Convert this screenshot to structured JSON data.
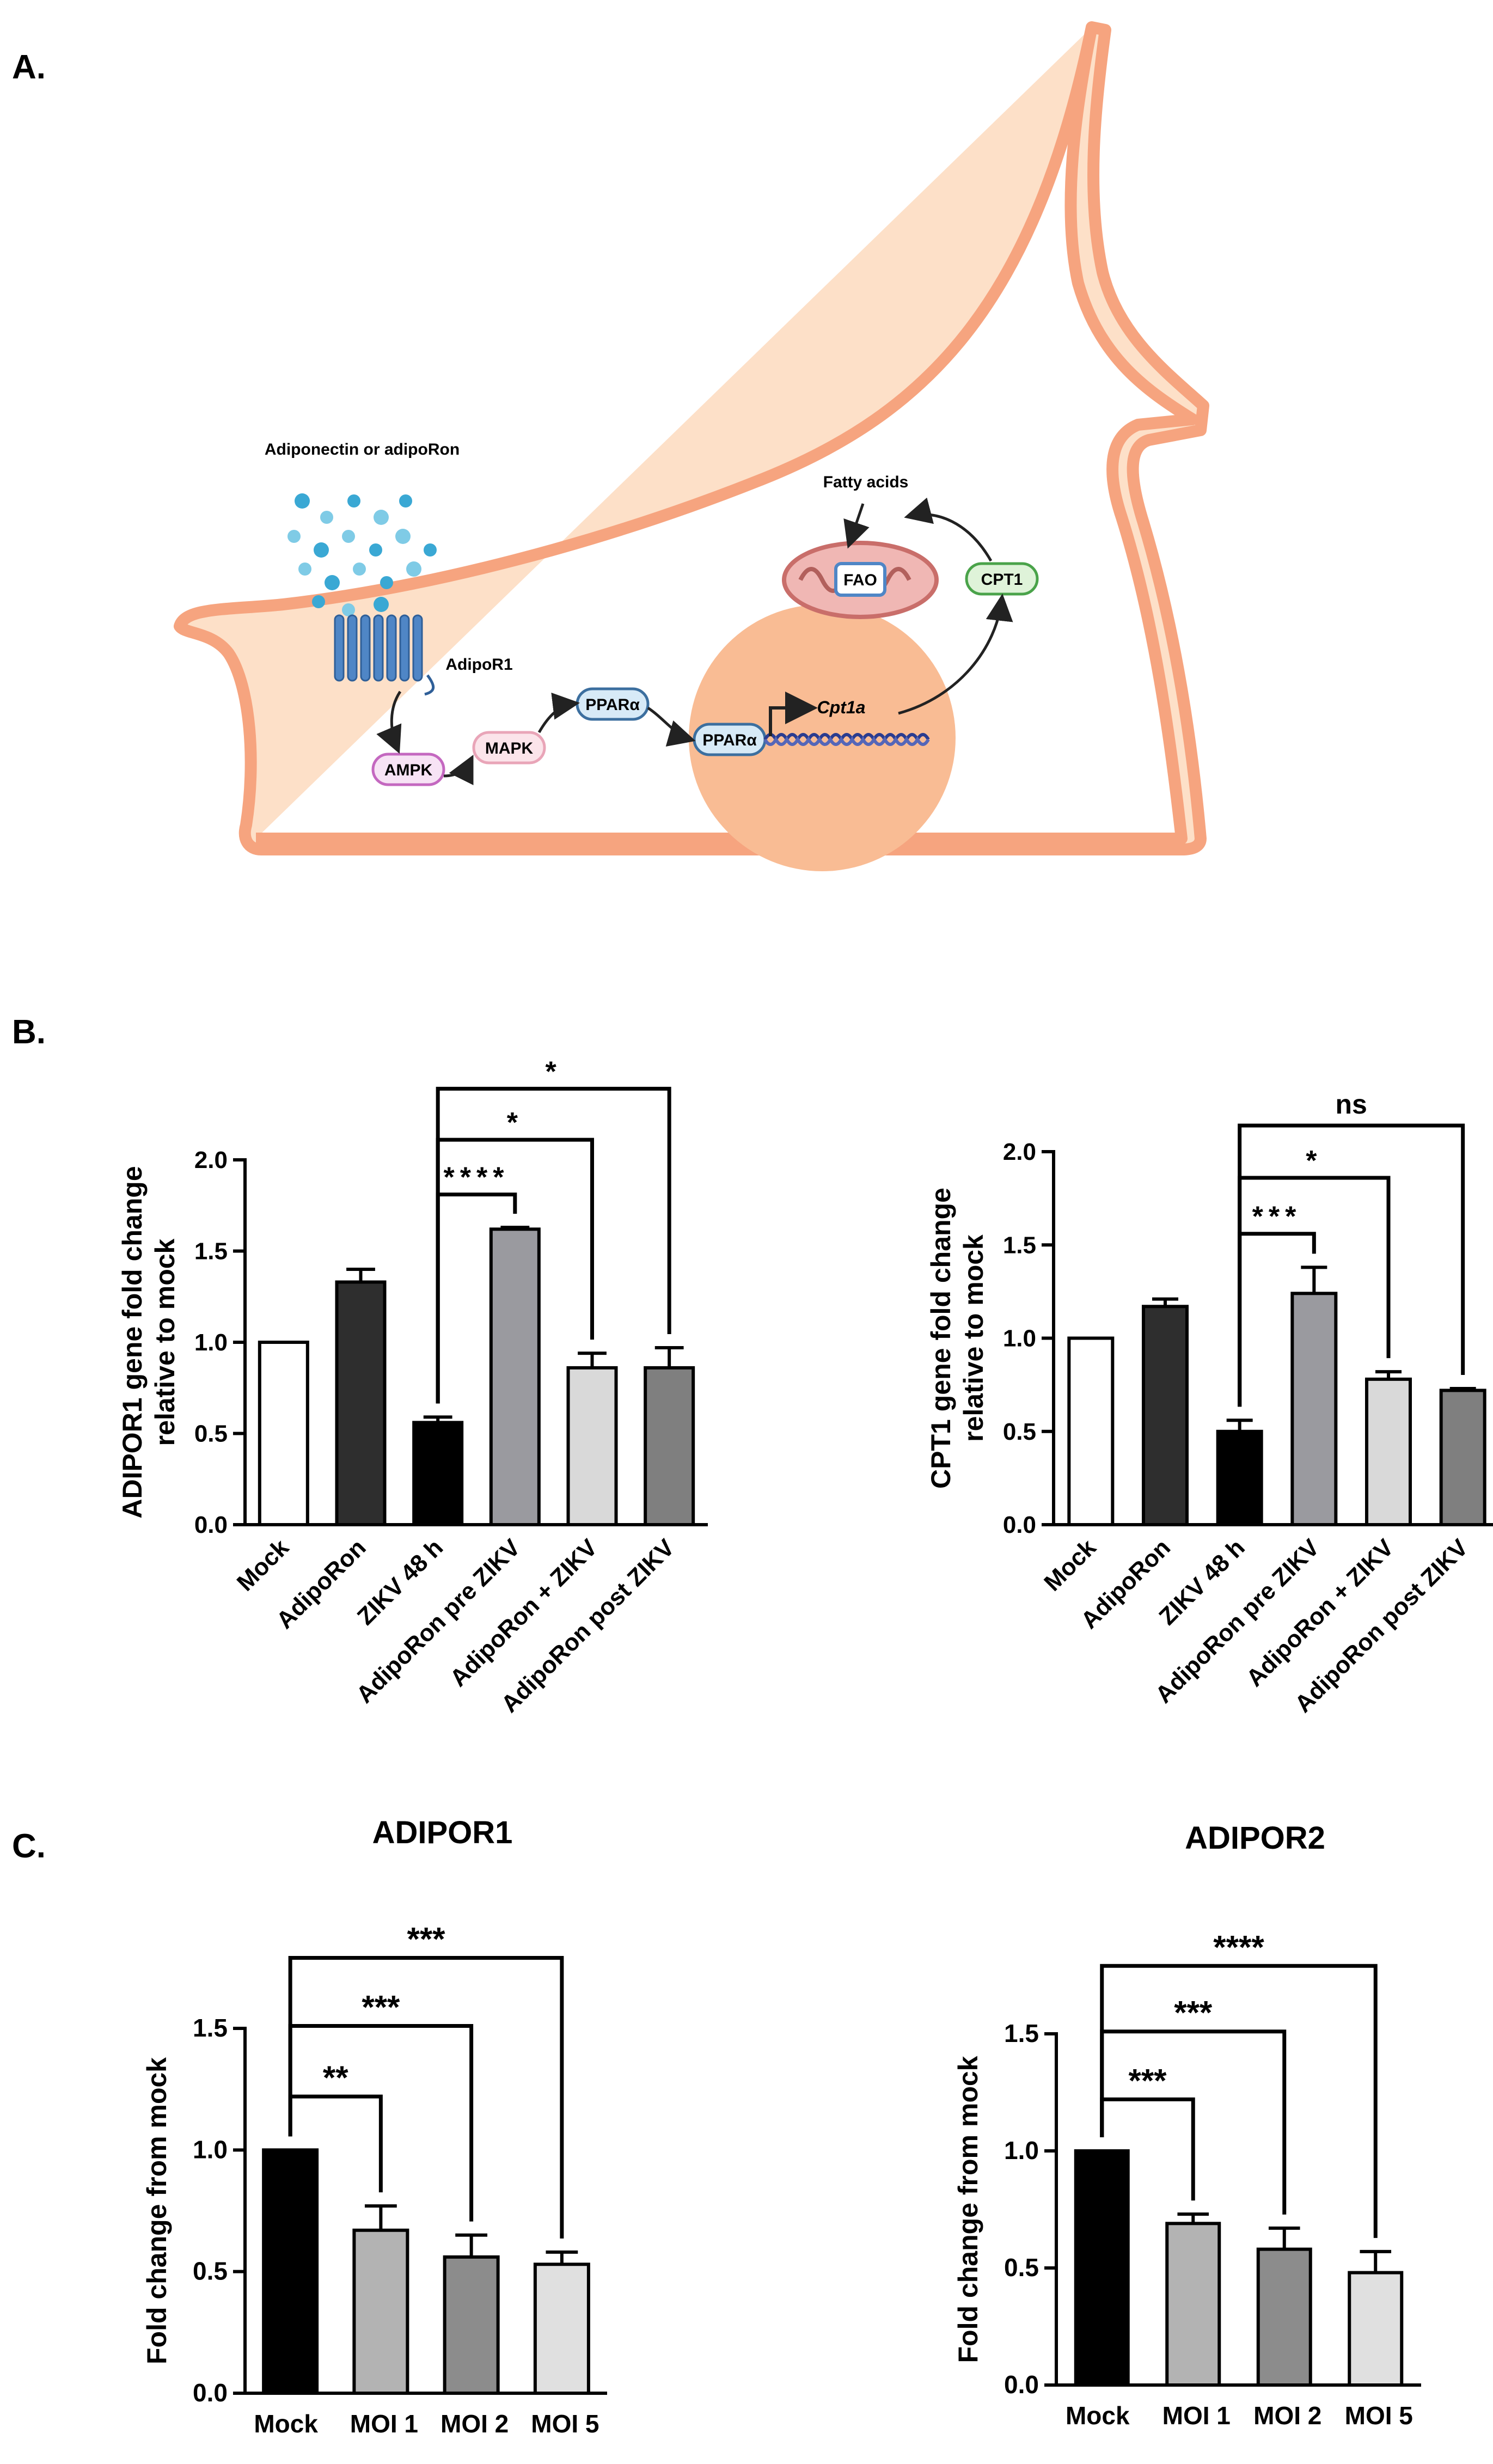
{
  "panels": {
    "a": "A.",
    "b": "B.",
    "c": "C."
  },
  "diagram": {
    "ligand": "Adiponectin or adipoRon",
    "receptor": "AdipoR1",
    "ampk": "AMPK",
    "mapk": "MAPK",
    "ppar_cyto": "PPARα",
    "ppar_nuc": "PPARα",
    "gene": "Cpt1a",
    "cpt1": "CPT1",
    "fao": "FAO",
    "fatty_acids": "Fatty acids",
    "colors": {
      "cell_fill": "#fde0c8",
      "cell_edge": "#f6a47f",
      "nucleus": "#f9bc94",
      "receptor": "#4f86c6",
      "ligand": "#3aa8d4",
      "mito": "#f0b7b4"
    }
  },
  "chart_data": [
    {
      "id": "b-left",
      "type": "bar",
      "categories": [
        "Mock",
        "AdipoRon",
        "ZIKV 48 h",
        "AdipoRon pre ZIKV",
        "AdipoRon + ZIKV",
        "AdipoRon post ZIKV"
      ],
      "values": [
        1.0,
        1.33,
        0.56,
        1.62,
        0.86,
        0.86
      ],
      "errors": [
        0.0,
        0.07,
        0.03,
        0.01,
        0.08,
        0.11
      ],
      "colors": [
        "#ffffff",
        "#2e2e2e",
        "#000000",
        "#9a9a9f",
        "#d9d9d9",
        "#7f7f7f"
      ],
      "ylabel": "ADIPOR1 gene fold change relative to mock",
      "ylim": [
        0,
        2.0
      ],
      "yticks": [
        "0.0",
        "0.5",
        "1.0",
        "1.5",
        "2.0"
      ],
      "significance": [
        {
          "from": 2,
          "to": 3,
          "label": "****"
        },
        {
          "from": 2,
          "to": 4,
          "label": "*"
        },
        {
          "from": 2,
          "to": 5,
          "label": "*"
        }
      ]
    },
    {
      "id": "b-right",
      "type": "bar",
      "categories": [
        "Mock",
        "AdipoRon",
        "ZIKV 48 h",
        "AdipoRon pre ZIKV",
        "AdipoRon + ZIKV",
        "AdipoRon post ZIKV"
      ],
      "values": [
        1.0,
        1.17,
        0.5,
        1.24,
        0.78,
        0.72
      ],
      "errors": [
        0.0,
        0.04,
        0.06,
        0.14,
        0.04,
        0.01
      ],
      "colors": [
        "#ffffff",
        "#2e2e2e",
        "#000000",
        "#9a9a9f",
        "#d9d9d9",
        "#7f7f7f"
      ],
      "ylabel": "CPT1 gene fold change relative to mock",
      "ylim": [
        0,
        2.0
      ],
      "yticks": [
        "0.0",
        "0.5",
        "1.0",
        "1.5",
        "2.0"
      ],
      "significance": [
        {
          "from": 2,
          "to": 3,
          "label": "***"
        },
        {
          "from": 2,
          "to": 4,
          "label": "*"
        },
        {
          "from": 2,
          "to": 5,
          "label": "ns"
        }
      ]
    },
    {
      "id": "c-left",
      "type": "bar",
      "title": "ADIPOR1",
      "categories": [
        "Mock",
        "MOI 1",
        "MOI 2",
        "MOI 5"
      ],
      "values": [
        1.0,
        0.67,
        0.56,
        0.53
      ],
      "errors": [
        0.0,
        0.1,
        0.09,
        0.05
      ],
      "colors": [
        "#000000",
        "#b3b3b3",
        "#8c8c8c",
        "#e0e0e0"
      ],
      "ylabel": "Fold change from mock",
      "ylim": [
        0,
        1.5
      ],
      "yticks": [
        "0.0",
        "0.5",
        "1.0",
        "1.5"
      ],
      "significance": [
        {
          "from": 0,
          "to": 1,
          "label": "**"
        },
        {
          "from": 0,
          "to": 2,
          "label": "***"
        },
        {
          "from": 0,
          "to": 3,
          "label": "***"
        }
      ]
    },
    {
      "id": "c-right",
      "type": "bar",
      "title": "ADIPOR2",
      "categories": [
        "Mock",
        "MOI 1",
        "MOI 2",
        "MOI 5"
      ],
      "values": [
        1.0,
        0.69,
        0.58,
        0.48
      ],
      "errors": [
        0.0,
        0.04,
        0.09,
        0.09
      ],
      "colors": [
        "#000000",
        "#b3b3b3",
        "#8c8c8c",
        "#e0e0e0"
      ],
      "ylabel": "Fold change from mock",
      "ylim": [
        0,
        1.5
      ],
      "yticks": [
        "0.0",
        "0.5",
        "1.0",
        "1.5"
      ],
      "significance": [
        {
          "from": 0,
          "to": 1,
          "label": "***"
        },
        {
          "from": 0,
          "to": 2,
          "label": "***"
        },
        {
          "from": 0,
          "to": 3,
          "label": "****"
        }
      ]
    }
  ]
}
